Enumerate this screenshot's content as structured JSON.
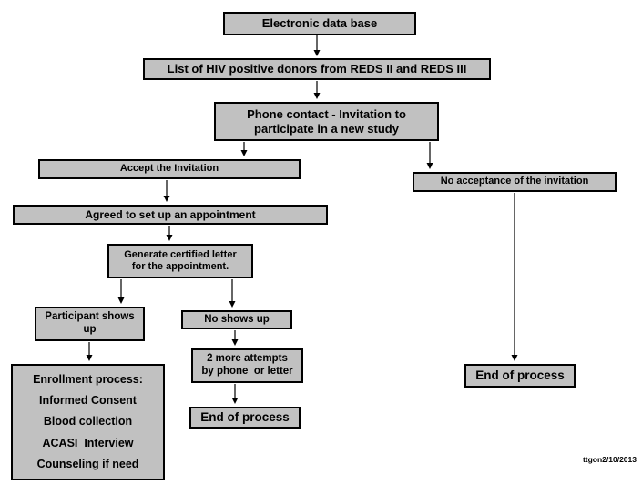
{
  "diagram": {
    "colors": {
      "background": "#ffffff",
      "box_fill": "#c1c1c1",
      "box_border": "#000000",
      "text": "#000000"
    },
    "nodes": {
      "electronic_database": {
        "label": "Electronic data base"
      },
      "donor_list": {
        "label": "List of HIV positive donors from REDS II and REDS III"
      },
      "phone_contact": {
        "label": "Phone contact - Invitation to\nparticipate in a new study"
      },
      "accept_invitation": {
        "label": "Accept the Invitation"
      },
      "no_acceptance": {
        "label": "No acceptance of the invitation"
      },
      "agreed_appointment": {
        "label": "Agreed to set up an appointment"
      },
      "certified_letter": {
        "label": "Generate certified letter\nfor the appointment."
      },
      "participant_shows_up": {
        "label": "Participant shows\nup"
      },
      "no_shows_up": {
        "label": "No shows up"
      },
      "enrollment": {
        "lines": [
          "Enrollment process:",
          "Informed Consent",
          "Blood collection",
          "ACASI  Interview",
          "Counseling if need"
        ]
      },
      "more_attempts": {
        "label": "2 more attempts\nby phone  or letter"
      },
      "end_of_process_left": {
        "label": "End of process"
      },
      "end_of_process_right": {
        "label": "End of process"
      }
    },
    "edges": [
      {
        "from": "electronic_database",
        "to": "donor_list"
      },
      {
        "from": "donor_list",
        "to": "phone_contact"
      },
      {
        "from": "phone_contact",
        "to": "accept_invitation"
      },
      {
        "from": "phone_contact",
        "to": "no_acceptance"
      },
      {
        "from": "accept_invitation",
        "to": "agreed_appointment"
      },
      {
        "from": "agreed_appointment",
        "to": "certified_letter"
      },
      {
        "from": "certified_letter",
        "to": "participant_shows_up"
      },
      {
        "from": "certified_letter",
        "to": "no_shows_up"
      },
      {
        "from": "participant_shows_up",
        "to": "enrollment"
      },
      {
        "from": "no_shows_up",
        "to": "more_attempts"
      },
      {
        "from": "more_attempts",
        "to": "end_of_process_left"
      },
      {
        "from": "no_acceptance",
        "to": "end_of_process_right"
      }
    ],
    "watermark": "ttgon2/10/2013"
  }
}
